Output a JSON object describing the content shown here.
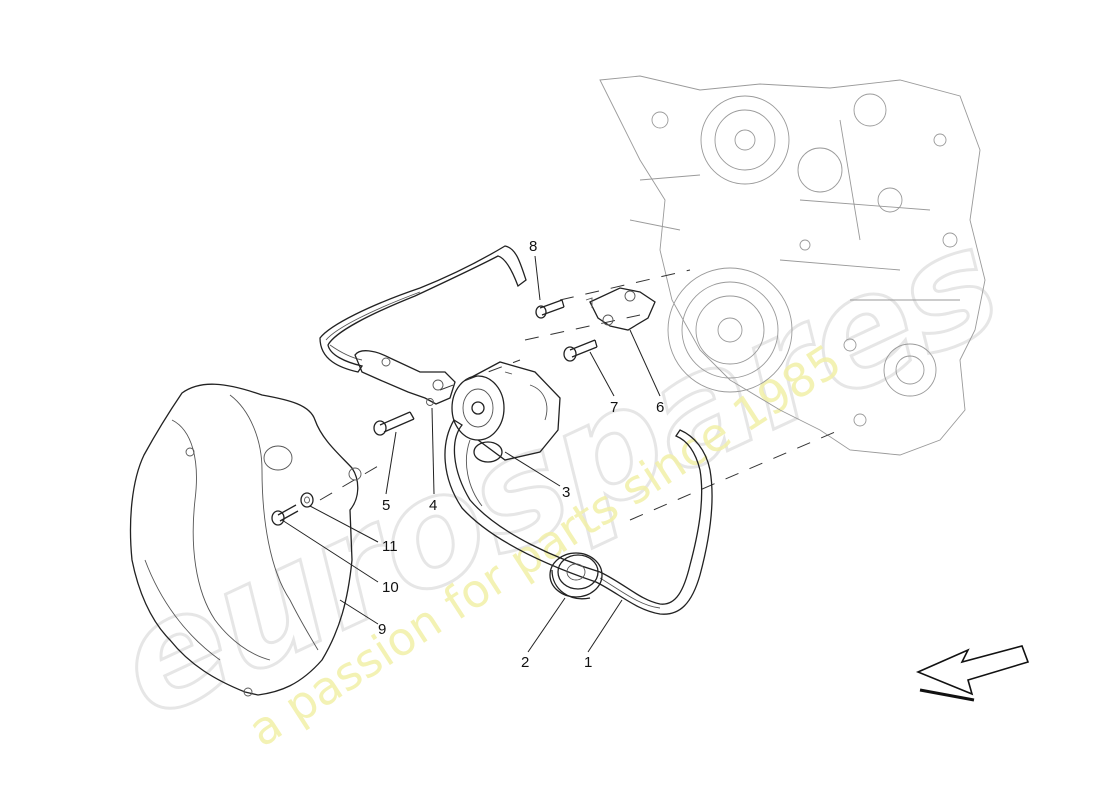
{
  "watermark": {
    "logo": "eurospares",
    "tagline": "a passion for parts since 1985"
  },
  "callouts": [
    {
      "id": "1",
      "label": "1"
    },
    {
      "id": "2",
      "label": "2"
    },
    {
      "id": "3",
      "label": "3"
    },
    {
      "id": "4",
      "label": "4"
    },
    {
      "id": "5",
      "label": "5"
    },
    {
      "id": "6",
      "label": "6"
    },
    {
      "id": "7",
      "label": "7"
    },
    {
      "id": "8",
      "label": "8"
    },
    {
      "id": "9",
      "label": "9"
    },
    {
      "id": "10",
      "label": "10"
    },
    {
      "id": "11",
      "label": "11"
    }
  ],
  "parts": {
    "engine_block": "engine-block",
    "drive_belt": "accessory-drive-belt",
    "idler_pulley": "idler-pulley",
    "belt_tensioner": "belt-tensioner",
    "bracket": "tensioner-bracket",
    "cover": "belt-cover",
    "direction_arrow": "arrow-icon"
  },
  "colors": {
    "line": "#222222",
    "watermark_logo": "#e6e6e6",
    "watermark_tagline": "#f2f0a8",
    "background": "#ffffff"
  }
}
